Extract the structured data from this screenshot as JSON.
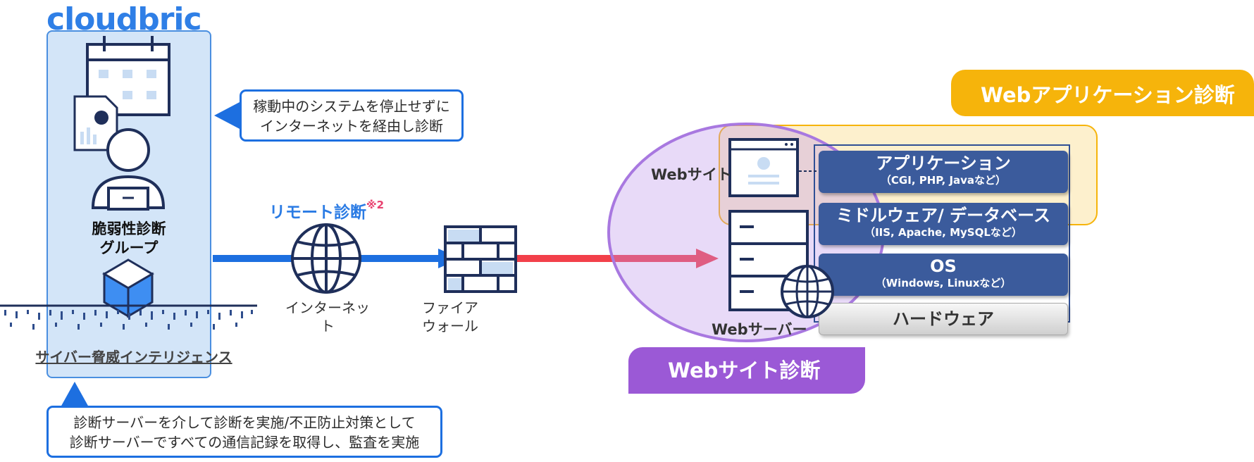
{
  "logo": "cloudbric",
  "left": {
    "group_line1": "脆弱性診断",
    "group_line2": "グループ",
    "intel_label": "サイバー脅威インテリジェンス"
  },
  "callout_top": {
    "line1": "稼動中のシステムを停止せずに",
    "line2": "インターネットを経由し診断"
  },
  "callout_bottom": {
    "line1": "診断サーバーを介して診断を実施/不正防止対策として",
    "line2": "診断サーバーですべての通信記録を取得し、監査を実施"
  },
  "remote": {
    "label": "リモート診断",
    "note": "※2"
  },
  "internet_label": "インターネット",
  "firewall": {
    "line1": "ファイア",
    "line2": "ウォール"
  },
  "webapp_tab": "Webアプリケーション診断",
  "website_tab": "Webサイト診断",
  "website_label": "Webサイト",
  "webserver_label": "Webサーバー",
  "layers": [
    {
      "title": "アプリケーション",
      "sub": "（CGI, PHP, Javaなど）"
    },
    {
      "title": "ミドルウェア/ データベース",
      "sub": "（IIS, Apache, MySQLなど）"
    },
    {
      "title": "OS",
      "sub": "（Windows, Linuxなど）"
    }
  ],
  "hardware": "ハードウェア",
  "colors": {
    "blue_arrow": "#1d6fe0",
    "red_arrow": "#f2404a",
    "orange": "#f6b40b",
    "purple": "#9b59d6",
    "layer_blue": "#3b5b9c"
  }
}
